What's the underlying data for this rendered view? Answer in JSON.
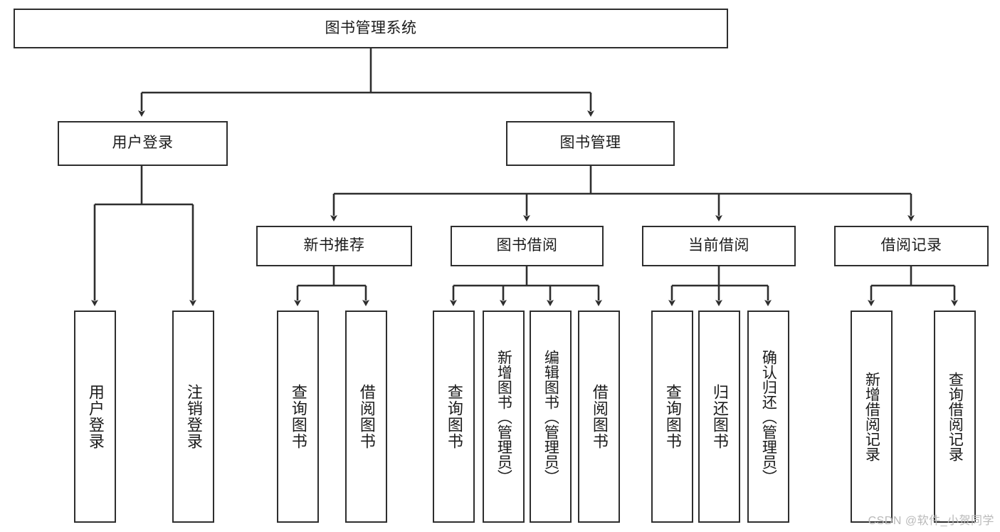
{
  "diagram": {
    "type": "tree-hierarchy",
    "title": "图书管理系统",
    "root": {
      "id": "root",
      "label": "图书管理系统",
      "orientation": "horizontal"
    },
    "level2": [
      {
        "id": "user-login",
        "label": "用户登录",
        "orientation": "horizontal"
      },
      {
        "id": "book-management",
        "label": "图书管理",
        "orientation": "horizontal"
      }
    ],
    "level3": [
      {
        "id": "new-book-recommend",
        "label": "新书推荐",
        "orientation": "horizontal",
        "parent": "book-management"
      },
      {
        "id": "book-borrow",
        "label": "图书借阅",
        "orientation": "horizontal",
        "parent": "book-management"
      },
      {
        "id": "current-borrow",
        "label": "当前借阅",
        "orientation": "horizontal",
        "parent": "book-management"
      },
      {
        "id": "borrow-record",
        "label": "借阅记录",
        "orientation": "horizontal",
        "parent": "book-management"
      }
    ],
    "leaves": [
      {
        "id": "leaf-user-login",
        "label": "用户登录",
        "parent": "user-login",
        "orientation": "vertical"
      },
      {
        "id": "leaf-user-logout",
        "label": "注销登录",
        "parent": "user-login",
        "orientation": "vertical"
      },
      {
        "id": "leaf-query-book-1",
        "label": "查询图书",
        "parent": "new-book-recommend",
        "orientation": "vertical"
      },
      {
        "id": "leaf-borrow-book-1",
        "label": "借阅图书",
        "parent": "new-book-recommend",
        "orientation": "vertical"
      },
      {
        "id": "leaf-query-book-2",
        "label": "查询图书",
        "parent": "book-borrow",
        "orientation": "vertical"
      },
      {
        "id": "leaf-add-book",
        "label": "新增图书（管理员）",
        "parent": "book-borrow",
        "orientation": "vertical"
      },
      {
        "id": "leaf-edit-book",
        "label": "编辑图书（管理员）",
        "parent": "book-borrow",
        "orientation": "vertical"
      },
      {
        "id": "leaf-borrow-book-2",
        "label": "借阅图书",
        "parent": "book-borrow",
        "orientation": "vertical"
      },
      {
        "id": "leaf-query-book-3",
        "label": "查询图书",
        "parent": "current-borrow",
        "orientation": "vertical"
      },
      {
        "id": "leaf-return-book",
        "label": "归还图书",
        "parent": "current-borrow",
        "orientation": "vertical"
      },
      {
        "id": "leaf-confirm-return",
        "label": "确认归还（管理员）",
        "parent": "current-borrow",
        "orientation": "vertical"
      },
      {
        "id": "leaf-add-record",
        "label": "新增借阅记录",
        "parent": "borrow-record",
        "orientation": "vertical"
      },
      {
        "id": "leaf-query-record",
        "label": "查询借阅记录",
        "parent": "borrow-record",
        "orientation": "vertical"
      }
    ],
    "colors": {
      "stroke": "#2e2e2e",
      "fill": "#ffffff",
      "text": "#1b1b1b",
      "watermark": "#b9b9b9"
    }
  },
  "watermark": {
    "text": "CSDN @软件_小贺同学"
  }
}
